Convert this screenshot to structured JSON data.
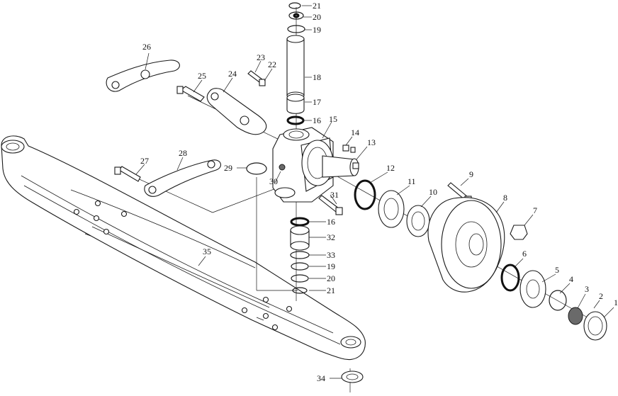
{
  "diagram": {
    "callouts": [
      {
        "id": "c1",
        "text": "1"
      },
      {
        "id": "c2",
        "text": "2"
      },
      {
        "id": "c3",
        "text": "3"
      },
      {
        "id": "c4",
        "text": "4"
      },
      {
        "id": "c5",
        "text": "5"
      },
      {
        "id": "c6",
        "text": "6"
      },
      {
        "id": "c7",
        "text": "7"
      },
      {
        "id": "c8",
        "text": "8"
      },
      {
        "id": "c9",
        "text": "9"
      },
      {
        "id": "c10",
        "text": "10"
      },
      {
        "id": "c11",
        "text": "11"
      },
      {
        "id": "c12",
        "text": "12"
      },
      {
        "id": "c13",
        "text": "13"
      },
      {
        "id": "c14",
        "text": "14"
      },
      {
        "id": "c15",
        "text": "15"
      },
      {
        "id": "c16a",
        "text": "16"
      },
      {
        "id": "c16b",
        "text": "16"
      },
      {
        "id": "c17",
        "text": "17"
      },
      {
        "id": "c18",
        "text": "18"
      },
      {
        "id": "c19a",
        "text": "19"
      },
      {
        "id": "c19b",
        "text": "19"
      },
      {
        "id": "c20a",
        "text": "20"
      },
      {
        "id": "c20b",
        "text": "20"
      },
      {
        "id": "c21a",
        "text": "21"
      },
      {
        "id": "c21b",
        "text": "21"
      },
      {
        "id": "c22",
        "text": "22"
      },
      {
        "id": "c23",
        "text": "23"
      },
      {
        "id": "c24",
        "text": "24"
      },
      {
        "id": "c25",
        "text": "25"
      },
      {
        "id": "c26",
        "text": "26"
      },
      {
        "id": "c27",
        "text": "27"
      },
      {
        "id": "c28",
        "text": "28"
      },
      {
        "id": "c29",
        "text": "29"
      },
      {
        "id": "c30",
        "text": "30"
      },
      {
        "id": "c31",
        "text": "31"
      },
      {
        "id": "c32",
        "text": "32"
      },
      {
        "id": "c33",
        "text": "33"
      },
      {
        "id": "c34",
        "text": "34"
      },
      {
        "id": "c35",
        "text": "35"
      }
    ]
  }
}
